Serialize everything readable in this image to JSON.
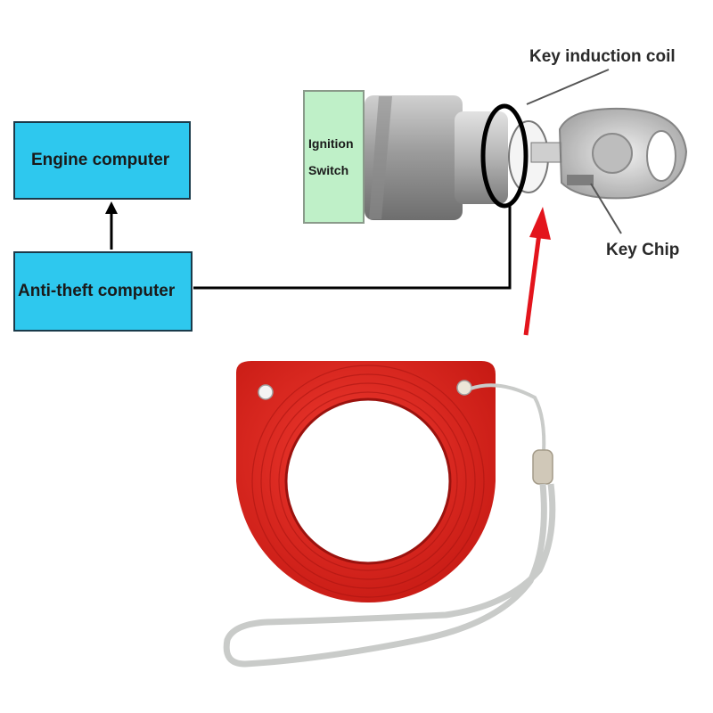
{
  "diagram": {
    "engine_computer": "Engine computer",
    "antitheft_computer": "Anti-theft computer",
    "ignition_line1": "Ignition",
    "ignition_line2": "Switch",
    "key_induction_coil": "Key induction coil",
    "key_chip": "Key Chip"
  },
  "colors": {
    "computer_box": "#2ec8ee",
    "ignition_box": "#bff0c8",
    "arrow_red": "#e3141c",
    "coil_product": "#e0231d",
    "lanyard": "#c9cbc9"
  },
  "icons": {
    "arrow_up": "arrow-up-icon",
    "pointer": "red-arrow-icon"
  }
}
